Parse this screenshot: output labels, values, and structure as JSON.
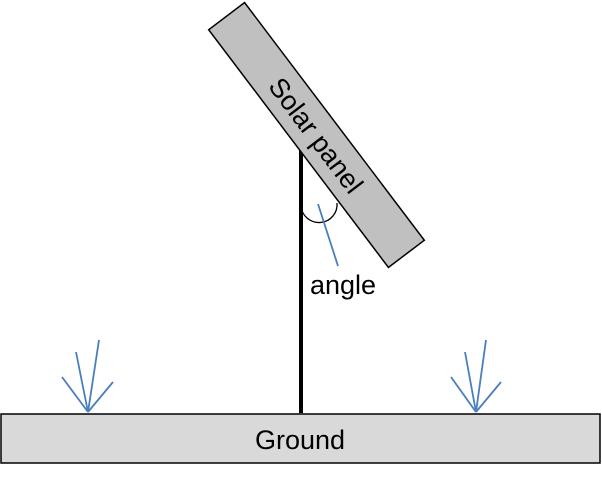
{
  "labels": {
    "panel": "Solar panel",
    "angle": "angle",
    "ground": "Ground"
  },
  "colors": {
    "panel_fill": "#c0c0c0",
    "ground_fill": "#d9d9d9",
    "accent_line": "#4a7ebf",
    "stroke": "#000000"
  }
}
